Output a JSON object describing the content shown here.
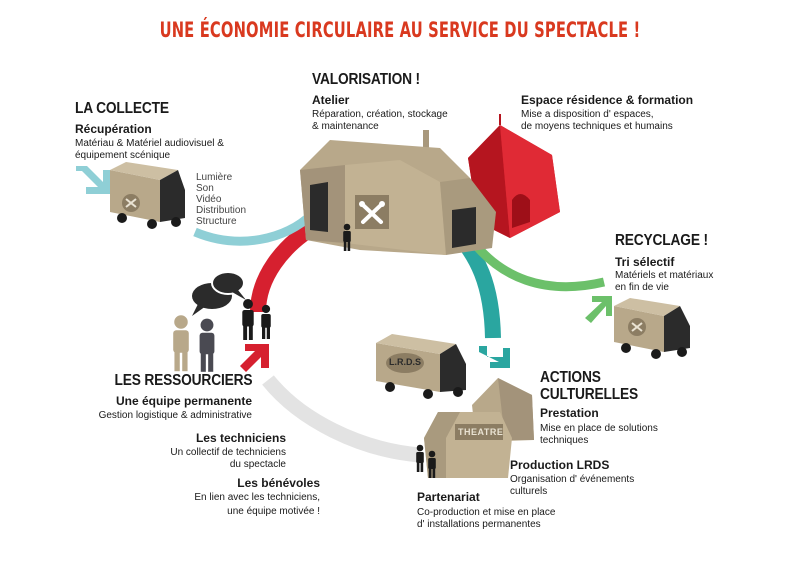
{
  "title": "UNE ÉCONOMIE CIRCULAIRE AU SERVICE DU SPECTACLE !",
  "colors": {
    "title": "#d9391f",
    "tent": "#b8a88a",
    "tent_dark": "#8c7d63",
    "red": "#d6202f",
    "teal": "#2aa6a0",
    "green": "#6cc06a",
    "light_blue": "#8fcfd6",
    "gray_arc": "#e3e3e3",
    "dark": "#2b2b2b"
  },
  "collecte": {
    "heading": "LA COLLECTE",
    "subheading": "Récupération",
    "description": [
      "Matériau & Matériel audiovisuel &",
      "équipement scénique"
    ],
    "items": [
      "Lumière",
      "Son",
      "Vidéo",
      "Distribution",
      "Structure"
    ]
  },
  "valorisation": {
    "heading": "VALORISATION !",
    "subheading": "Atelier",
    "description": [
      "Réparation, création, stockage",
      "& maintenance"
    ]
  },
  "residence": {
    "subheading": "Espace résidence & formation",
    "description": [
      "Mise a disposition d' espaces,",
      "de moyens techniques et humains"
    ]
  },
  "recyclage": {
    "heading": "RECYCLAGE !",
    "subheading": "Tri sélectif",
    "description": [
      "Matériels et matériaux",
      "en fin de vie"
    ]
  },
  "ressourciers": {
    "heading": "LES RESSOURCIERS",
    "groups": [
      {
        "title": "Une équipe permanente",
        "lines": [
          "Gestion logistique & administrative"
        ]
      },
      {
        "title": "Les techniciens",
        "lines": [
          "Un collectif de techniciens",
          "du spectacle"
        ]
      },
      {
        "title": "Les bénévoles",
        "lines": [
          "En lien avec les techniciens,",
          "une équipe motivée !"
        ]
      }
    ]
  },
  "actions": {
    "heading": [
      "ACTIONS",
      "CULTURELLES"
    ],
    "subheading": "Prestation",
    "description": [
      "Mise en place de solutions",
      "techniques"
    ]
  },
  "production": {
    "subheading": "Production LRDS",
    "description": [
      "Organisation d' événements",
      "culturels"
    ]
  },
  "partenariat": {
    "subheading": "Partenariat",
    "description": [
      "Co-production et mise en place",
      "d' installations permanentes"
    ]
  },
  "truck_logo_text": "L.R.D.S",
  "theatre_sign": "THEATRE"
}
